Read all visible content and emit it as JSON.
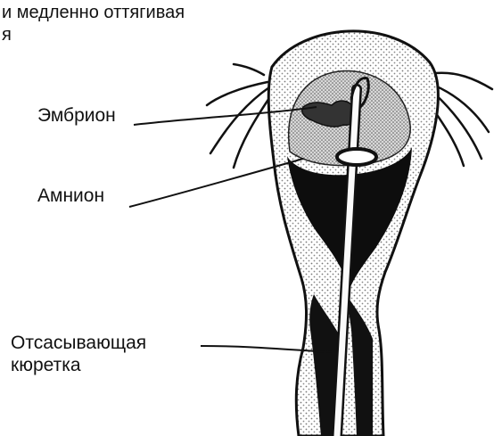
{
  "caption": {
    "line1": "и медленно оттягивая",
    "line2": "я"
  },
  "labels": {
    "embryo": "Эмбрион",
    "amnion": "Амнион",
    "curette_line1": "Отсасывающая",
    "curette_line2": "кюретка"
  }
}
